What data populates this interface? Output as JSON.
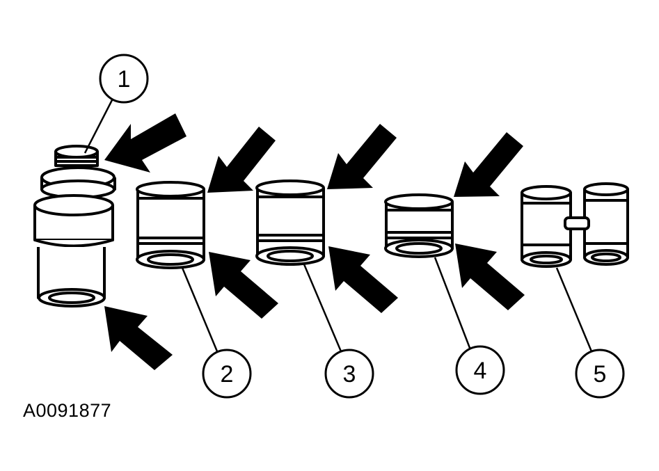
{
  "figure_id": "A0091877",
  "callouts": [
    "1",
    "2",
    "3",
    "4",
    "5"
  ],
  "colors": {
    "ink": "#000000",
    "paper": "#ffffff"
  }
}
